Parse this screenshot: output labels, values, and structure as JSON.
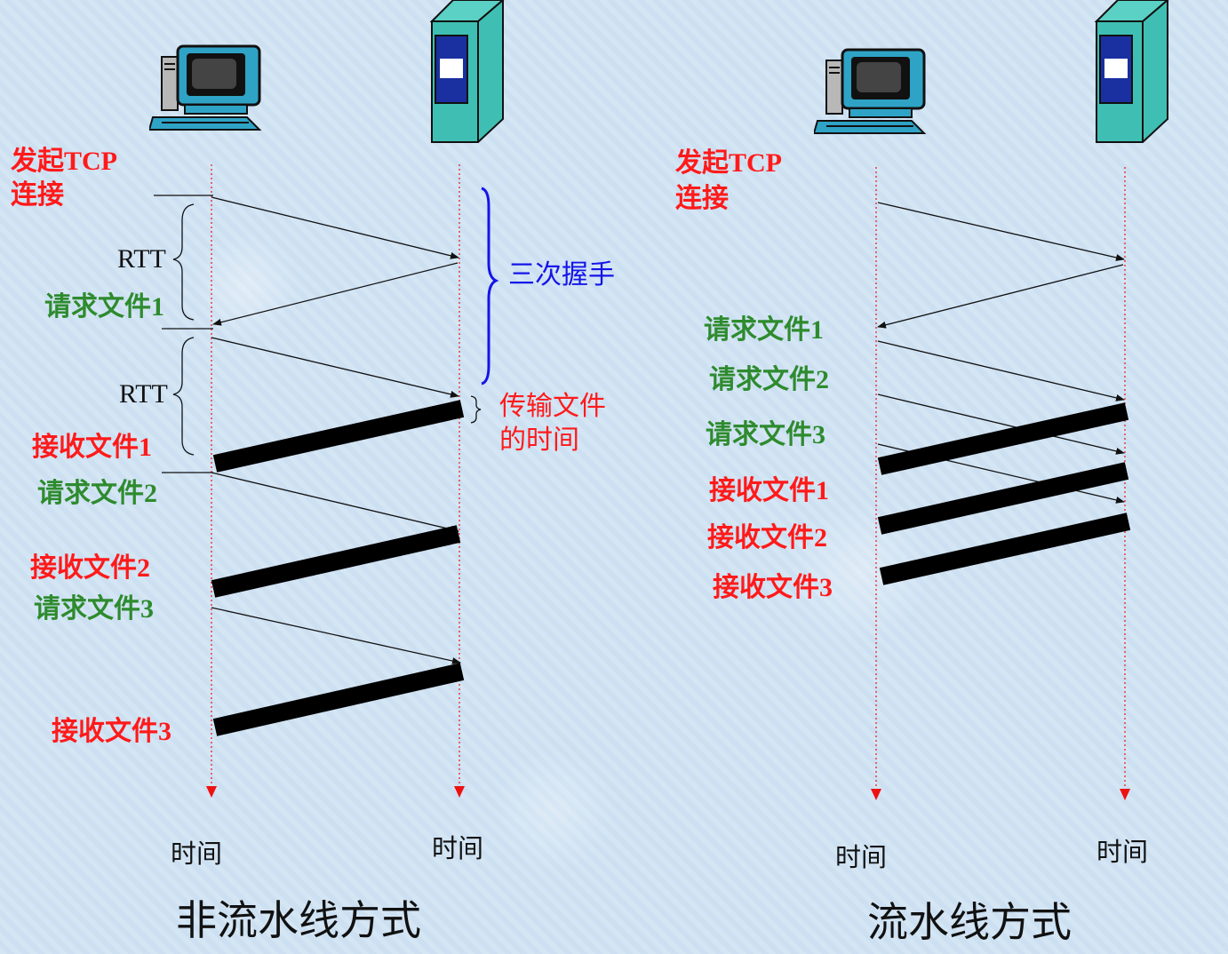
{
  "left": {
    "initiate_tcp": "发起TCP",
    "connect": "连接",
    "rtt1": "RTT",
    "rtt2": "RTT",
    "handshake": "三次握手",
    "transfer_line1": "传输文件",
    "transfer_line2": "的时间",
    "req1": "请求文件1",
    "recv1": "接收文件1",
    "req2": "请求文件2",
    "recv2": "接收文件2",
    "req3": "请求文件3",
    "recv3": "接收文件3",
    "time_client": "时间",
    "time_server": "时间",
    "caption": "非流水线方式"
  },
  "right": {
    "initiate_tcp": "发起TCP",
    "connect": "连接",
    "req1": "请求文件1",
    "req2": "请求文件2",
    "req3": "请求文件3",
    "recv1": "接收文件1",
    "recv2": "接收文件2",
    "recv3": "接收文件3",
    "time_client": "时间",
    "time_server": "时间",
    "caption": "流水线方式"
  },
  "colors": {
    "request_label": "#2e8b2e",
    "receive_label": "#ff1a1a",
    "handshake_brace": "#1515e8",
    "timeline": "#ee1111"
  },
  "icons": [
    "computer-icon",
    "server-icon"
  ]
}
